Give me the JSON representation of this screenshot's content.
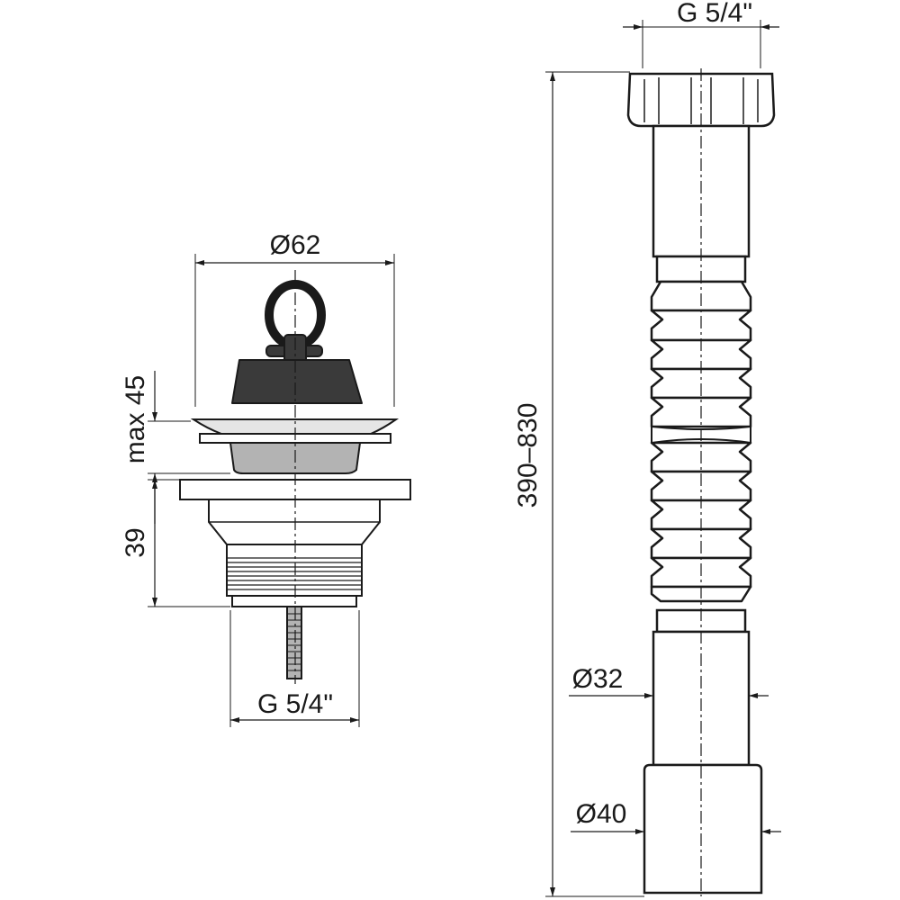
{
  "drawing": {
    "waste_valve": {
      "dim_diameter": "Ø62",
      "dim_stroke": "max 45",
      "dim_height": "39",
      "dim_thread": "G 5/4\""
    },
    "flexible_pipe": {
      "dim_thread": "G 5/4\"",
      "dim_length": "390–830",
      "dim_diameter_pipe": "Ø32",
      "dim_diameter_socket": "Ø40"
    },
    "colors": {
      "line": "#1a1a1a",
      "stopper": "#3a3a3a",
      "strainer": "#b3b3b3",
      "fill": "#ffffff"
    }
  }
}
